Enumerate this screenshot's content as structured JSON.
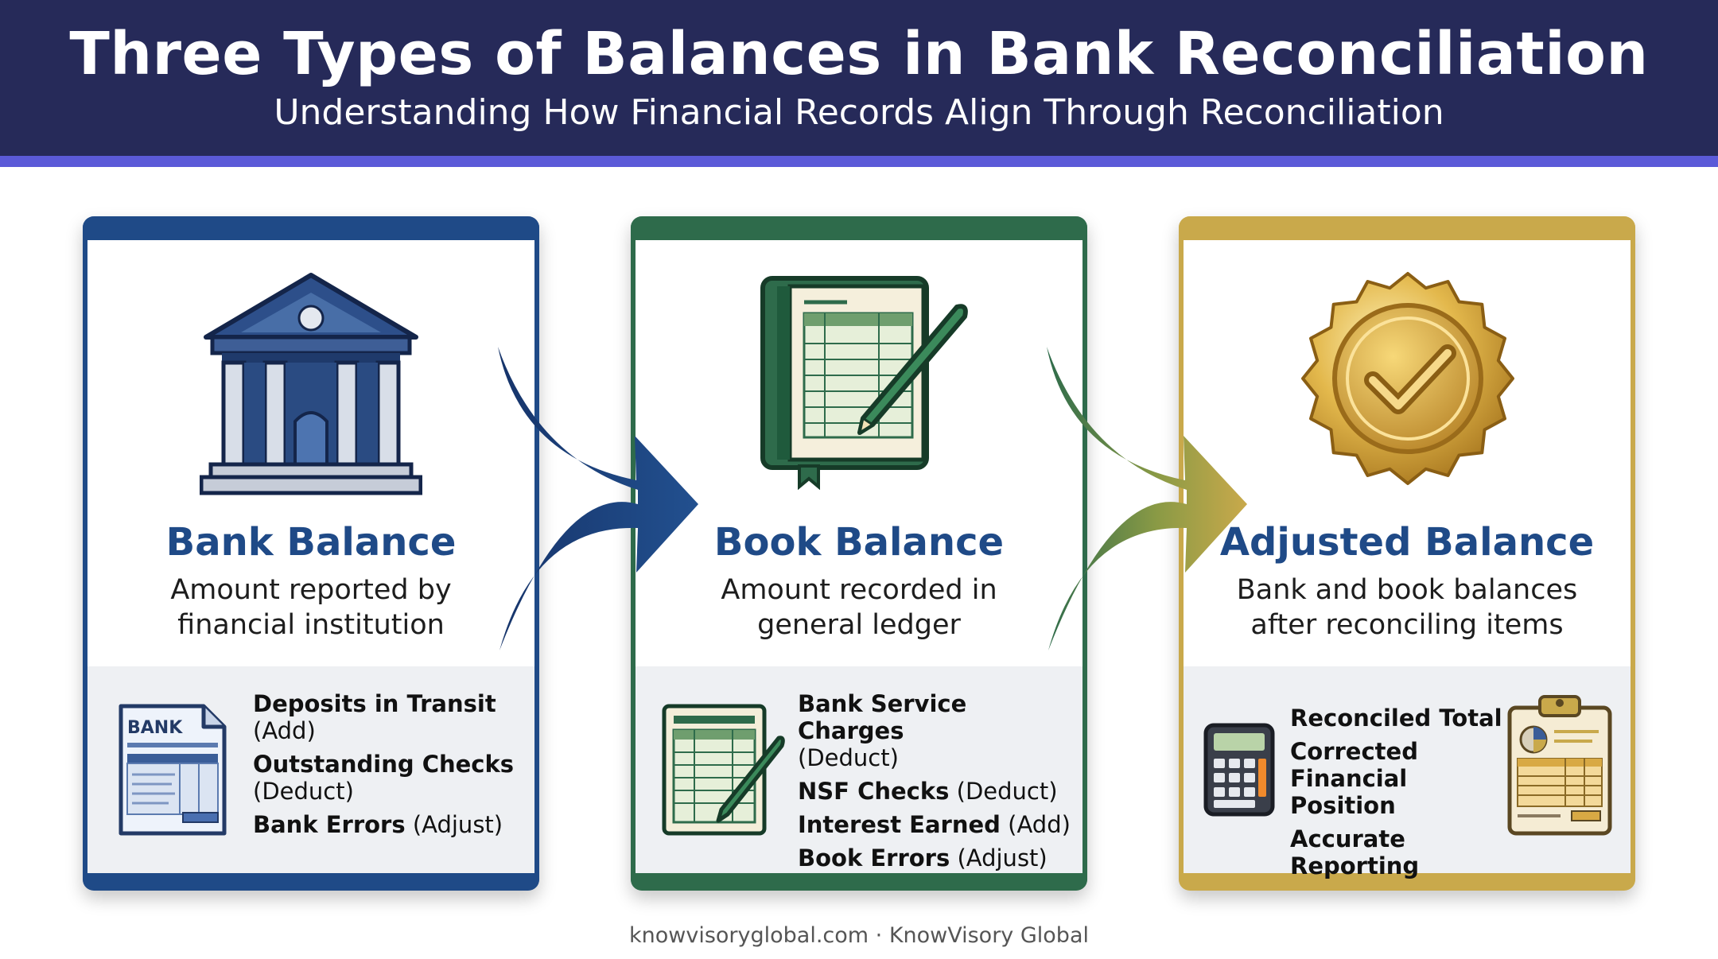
{
  "header": {
    "title": "Three Types of Balances in Bank Reconciliation",
    "subtitle": "Understanding How Financial Records Align Through Reconciliation"
  },
  "colors": {
    "navy": "#1f4a87",
    "green": "#2e6b4b",
    "gold": "#c9a94b",
    "header_bg": "#262a59",
    "header_stripe": "#5b5ad8"
  },
  "cards": {
    "bank": {
      "title": "Bank Balance",
      "desc_line1": "Amount reported by",
      "desc_line2": "financial institution",
      "icon": "bank-building-icon",
      "doc_label": "BANK",
      "items": [
        {
          "bold": "Deposits in Transit",
          "plain": "(Add)"
        },
        {
          "bold": "Outstanding Checks",
          "plain": "(Deduct)"
        },
        {
          "bold": "Bank Errors",
          "plain": "(Adjust)"
        }
      ]
    },
    "book": {
      "title": "Book Balance",
      "desc_line1": "Amount recorded in",
      "desc_line2": "general ledger",
      "icon": "ledger-book-icon",
      "items": [
        {
          "bold": "Bank Service Charges",
          "plain": "(Deduct)"
        },
        {
          "bold": "NSF Checks",
          "plain": "(Deduct)"
        },
        {
          "bold": "Interest Earned",
          "plain": "(Add)"
        },
        {
          "bold": "Book Errors",
          "plain": "(Adjust)"
        }
      ]
    },
    "adjusted": {
      "title": "Adjusted Balance",
      "desc_line1": "Bank and book balances",
      "desc_line2": "after reconciling items",
      "icon": "gold-seal-check-icon",
      "items": [
        {
          "bold": "Reconciled Total"
        },
        {
          "bold": "Corrected",
          "bold2": "Financial Position"
        },
        {
          "bold": "Accurate",
          "bold2": "Reporting"
        }
      ]
    }
  },
  "footer": "knowvisoryglobal.com · KnowVisory Global"
}
